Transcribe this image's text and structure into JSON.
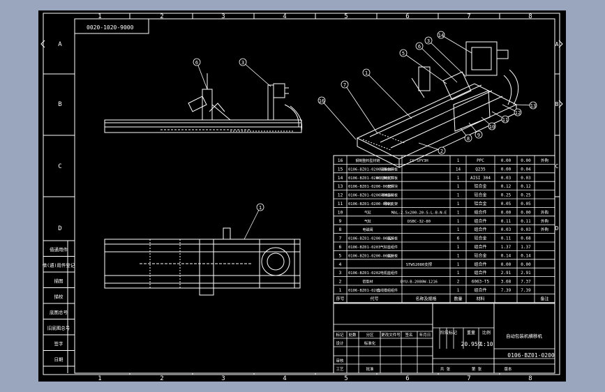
{
  "drawing": {
    "code_box": "0020-1020-9000",
    "rows": [
      "A",
      "B",
      "C",
      "D"
    ],
    "cols": [
      "1",
      "2",
      "3",
      "4",
      "5",
      "6",
      "7",
      "8"
    ]
  },
  "side_labels": [
    "借通用件",
    "借(通)用件登记",
    "描图",
    "描校",
    "底图总号",
    "旧底图总号",
    "签字",
    "日期"
  ],
  "balloons": {
    "side_view": [
      "6",
      "3"
    ],
    "top_view": [
      "1"
    ],
    "iso_view": [
      "7",
      "1",
      "16",
      "5",
      "6",
      "3",
      "14",
      "13",
      "12",
      "11",
      "10",
      "9",
      "8",
      "2"
    ]
  },
  "bom": {
    "rows": [
      {
        "no": "16",
        "code": "",
        "name": "钢制整料型材链",
        "spec": "CC-SPY3H",
        "qty": "1",
        "mat": "PPC",
        "w1": "0.00",
        "w2": "0.00",
        "note": "外购"
      },
      {
        "no": "15",
        "code": "0106-BZ01-0200-0006",
        "name": "链条支撑板",
        "spec": "",
        "qty": "14",
        "mat": "Q235",
        "w1": "0.00",
        "w2": "0.04",
        "note": ""
      },
      {
        "no": "14",
        "code": "0106-BZ01-0200-0007",
        "name": "NC控制支撑板",
        "spec": "",
        "qty": "1",
        "mat": "AISI 304",
        "w1": "0.03",
        "w2": "0.03",
        "note": ""
      },
      {
        "no": "13",
        "code": "0106-BZ01-0200-0005",
        "name": "支撑块",
        "spec": "",
        "qty": "1",
        "mat": "铝合金",
        "w1": "0.12",
        "w2": "0.12",
        "note": ""
      },
      {
        "no": "12",
        "code": "0106-BZ01-0200-0004",
        "name": "滑块连接板",
        "spec": "",
        "qty": "1",
        "mat": "铝合金",
        "w1": "0.25",
        "w2": "0.25",
        "note": ""
      },
      {
        "no": "11",
        "code": "0106-BZ01-0200-0003",
        "name": "导轨支架",
        "spec": "",
        "qty": "1",
        "mat": "铝合金",
        "w1": "0.05",
        "w2": "0.05",
        "note": ""
      },
      {
        "no": "10",
        "code": "",
        "name": "气缸",
        "spec": "MAL-2.5x200-20-S-L-B-N-E",
        "qty": "1",
        "mat": "组合件",
        "w1": "0.00",
        "w2": "0.00",
        "note": "外购"
      },
      {
        "no": "9",
        "code": "",
        "name": "气缸",
        "spec": "DSBC-32-80",
        "qty": "1",
        "mat": "组合件",
        "w1": "0.11",
        "w2": "0.11",
        "note": "外购"
      },
      {
        "no": "8",
        "code": "",
        "name": "电磁阀",
        "spec": "",
        "qty": "1",
        "mat": "组合件",
        "w1": "0.03",
        "w2": "0.03",
        "note": "外购"
      },
      {
        "no": "7",
        "code": "0106-BZ01-0200-0002",
        "name": "连接板",
        "spec": "",
        "qty": "6",
        "mat": "铝合金",
        "w1": "0.11",
        "w2": "0.68",
        "note": ""
      },
      {
        "no": "6",
        "code": "0106-BZ01-0203",
        "name": "气缸座组件",
        "spec": "",
        "qty": "1",
        "mat": "组合件",
        "w1": "1.37",
        "w2": "1.37",
        "note": ""
      },
      {
        "no": "5",
        "code": "0106-BZ01-0200-0001",
        "name": "连接板",
        "spec": "",
        "qty": "1",
        "mat": "铝合金",
        "w1": "0.14",
        "w2": "0.14",
        "note": ""
      },
      {
        "no": "4",
        "code": "",
        "name": "",
        "spec": "STWS2080支撑",
        "qty": "1",
        "mat": "组合件",
        "w1": "0.00",
        "w2": "0.00",
        "note": ""
      },
      {
        "no": "3",
        "code": "0106-BZ01-0202",
        "name": "电机座组件",
        "spec": "",
        "qty": "1",
        "mat": "组合件",
        "w1": "2.91",
        "w2": "2.91",
        "note": ""
      },
      {
        "no": "2",
        "code": "",
        "name": "铝型材",
        "spec": "DYU-B-2080W-1216",
        "qty": "2",
        "mat": "6063-T5",
        "w1": "3.68",
        "w2": "7.37",
        "note": ""
      },
      {
        "no": "1",
        "code": "0106-BZ01-0201",
        "name": "直线模组组件",
        "spec": "",
        "qty": "1",
        "mat": "组合件",
        "w1": "7.39",
        "w2": "7.39",
        "note": ""
      }
    ],
    "header": {
      "no": "序号",
      "code": "代号",
      "spec": "名称及规格",
      "qty": "数量",
      "mat": "材料",
      "note": "备注"
    }
  },
  "title_block": {
    "labels": [
      "标记",
      "处数",
      "分区",
      "更改文件号",
      "签名",
      "年月日",
      "设计",
      "标准化",
      "审核",
      "工艺",
      "批准"
    ],
    "stage_label": "阶段标记",
    "weight_label": "重量",
    "scale_label": "比例",
    "weight": "20.959",
    "scale": "1:10",
    "product_name": "自动包装机横移机",
    "drawing_no": "0106-BZ01-0200",
    "sheet_labels": [
      "共  张",
      "第  张",
      "版本"
    ]
  }
}
